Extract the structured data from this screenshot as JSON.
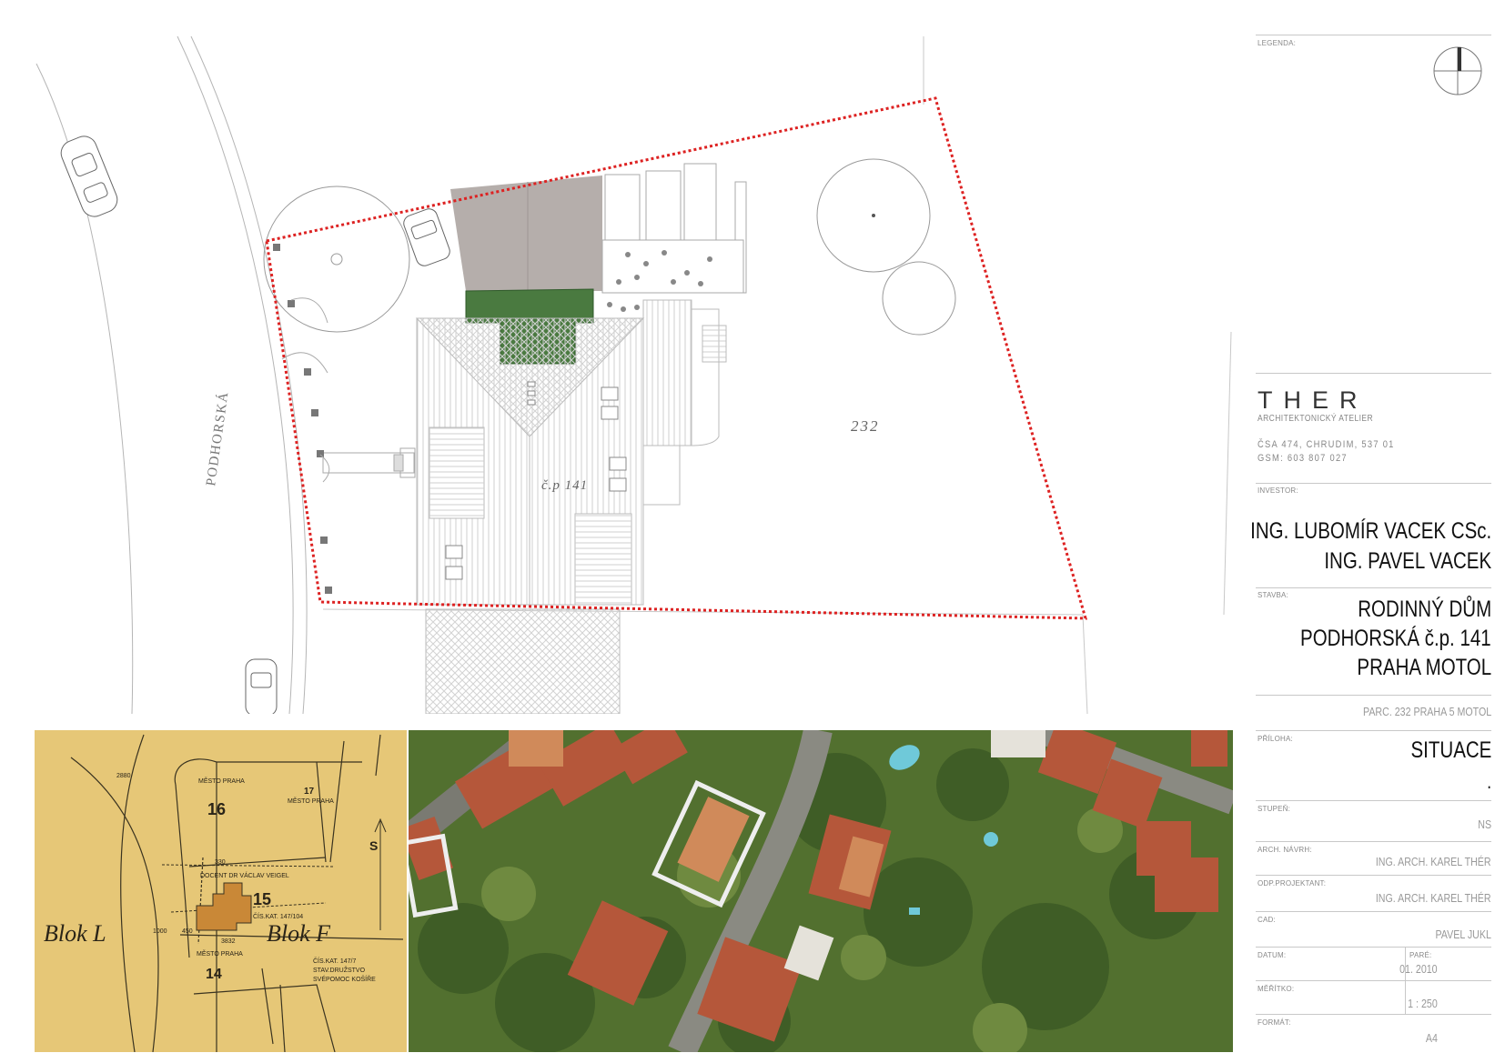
{
  "plan": {
    "street_label": "PODHORSKÁ",
    "parcel_number": "232",
    "house_label": "č.p 141"
  },
  "cadastral": {
    "labels": {
      "mesto_praha_1": "MĚSTO PRAHA",
      "mesto_praha_2": "MĚSTO PRAHA",
      "mesto_praha_3": "MĚSTO PRAHA",
      "n16": "16",
      "n17": "17",
      "n15": "15",
      "n14": "14",
      "owner": "DOCENT DR VÁCLAV VEIGEL",
      "cis_kat": "ČÍS.KAT. 147/104",
      "blok_l": "Blok L",
      "blok_f": "Blok F",
      "n2880": "2880",
      "n330": "330",
      "n1000": "1000",
      "n450": "450",
      "n3832": "3832",
      "cis_kat_2": "ČÍS.KAT. 147/7",
      "stav_druz": "STAV.DRUŽSTVO",
      "svepomoc": "SVÉPOMOC KOŠÍŘE",
      "north": "S"
    }
  },
  "title_block": {
    "legend_label": "LEGENDA:",
    "logo_title": "THER",
    "logo_sub": "ARCHITEKTONICKÝ ATELIER",
    "address_line1": "ČSA 474, CHRUDIM, 537 01",
    "address_line2": "GSM: 603 807 027",
    "investor_label": "INVESTOR:",
    "investor_line1": "ING. LUBOMÍR VACEK CSc.",
    "investor_line2": "ING. PAVEL VACEK",
    "stavba_label": "STAVBA:",
    "stavba_line1": "RODINNÝ DŮM",
    "stavba_line2": "PODHORSKÁ č.p. 141",
    "stavba_line3": "PRAHA MOTOL",
    "parcel": "PARC. 232  PRAHA 5 MOTOL",
    "priloha_label": "PŘÍLOHA:",
    "priloha_value": "SITUACE",
    "priloha_dot": ".",
    "stupen_label": "STUPEŇ:",
    "stupen_value": "NS",
    "arch_label": "ARCH. NÁVRH:",
    "arch_value": "ING. ARCH. KAREL THÉR",
    "odp_label": "ODP.PROJEKTANT:",
    "odp_value": "ING. ARCH. KAREL THÉR",
    "cad_label": "CAD:",
    "cad_value": "PAVEL JUKL",
    "datum_label": "DATUM:",
    "datum_value": "01. 2010",
    "pare_label": "PARÉ:",
    "meritko_label": "MĚŘÍTKO:",
    "meritko_value": "1 : 250",
    "format_label": "FORMÁT:",
    "format_value": "A4"
  }
}
